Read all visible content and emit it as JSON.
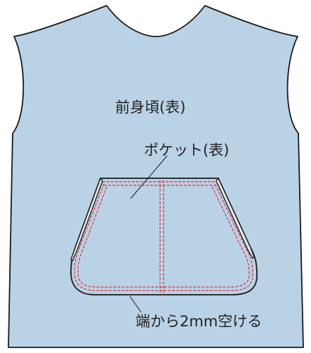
{
  "diagram": {
    "front_bodice_label": "前身頃(表)",
    "pocket_label": "ポケット(表)",
    "edge_note": "端から2mm空ける"
  },
  "colors": {
    "fabric": "#b9d2e6",
    "outline": "#1a1a1a",
    "stitch": "#e0303a",
    "background": "#ffffff",
    "fold_edge": "#e8e8e8"
  }
}
